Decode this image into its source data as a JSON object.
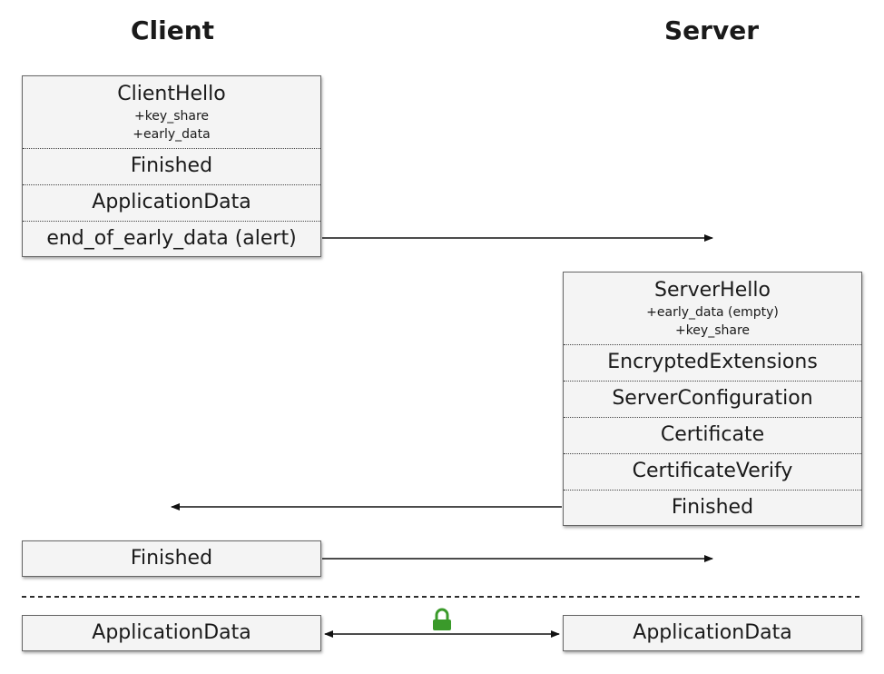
{
  "headings": {
    "client": "Client",
    "server": "Server"
  },
  "client_flight1": {
    "hello_title": "ClientHello",
    "hello_ext": [
      "+key_share",
      "+early_data"
    ],
    "rows": [
      "Finished",
      "ApplicationData",
      "end_of_early_data (alert)"
    ]
  },
  "server_flight": {
    "hello_title": "ServerHello",
    "hello_ext": [
      "+early_data (empty)",
      "+key_share"
    ],
    "rows": [
      "EncryptedExtensions",
      "ServerConfiguration",
      "Certificate",
      "CertificateVerify",
      "Finished"
    ]
  },
  "client_finished": "Finished",
  "app_data": {
    "client": "ApplicationData",
    "server": "ApplicationData"
  },
  "colors": {
    "lock": "#3a9a2a",
    "arrow": "#111111",
    "box_fill": "#f4f4f4"
  },
  "icons": {
    "secure_channel": "lock-icon"
  }
}
